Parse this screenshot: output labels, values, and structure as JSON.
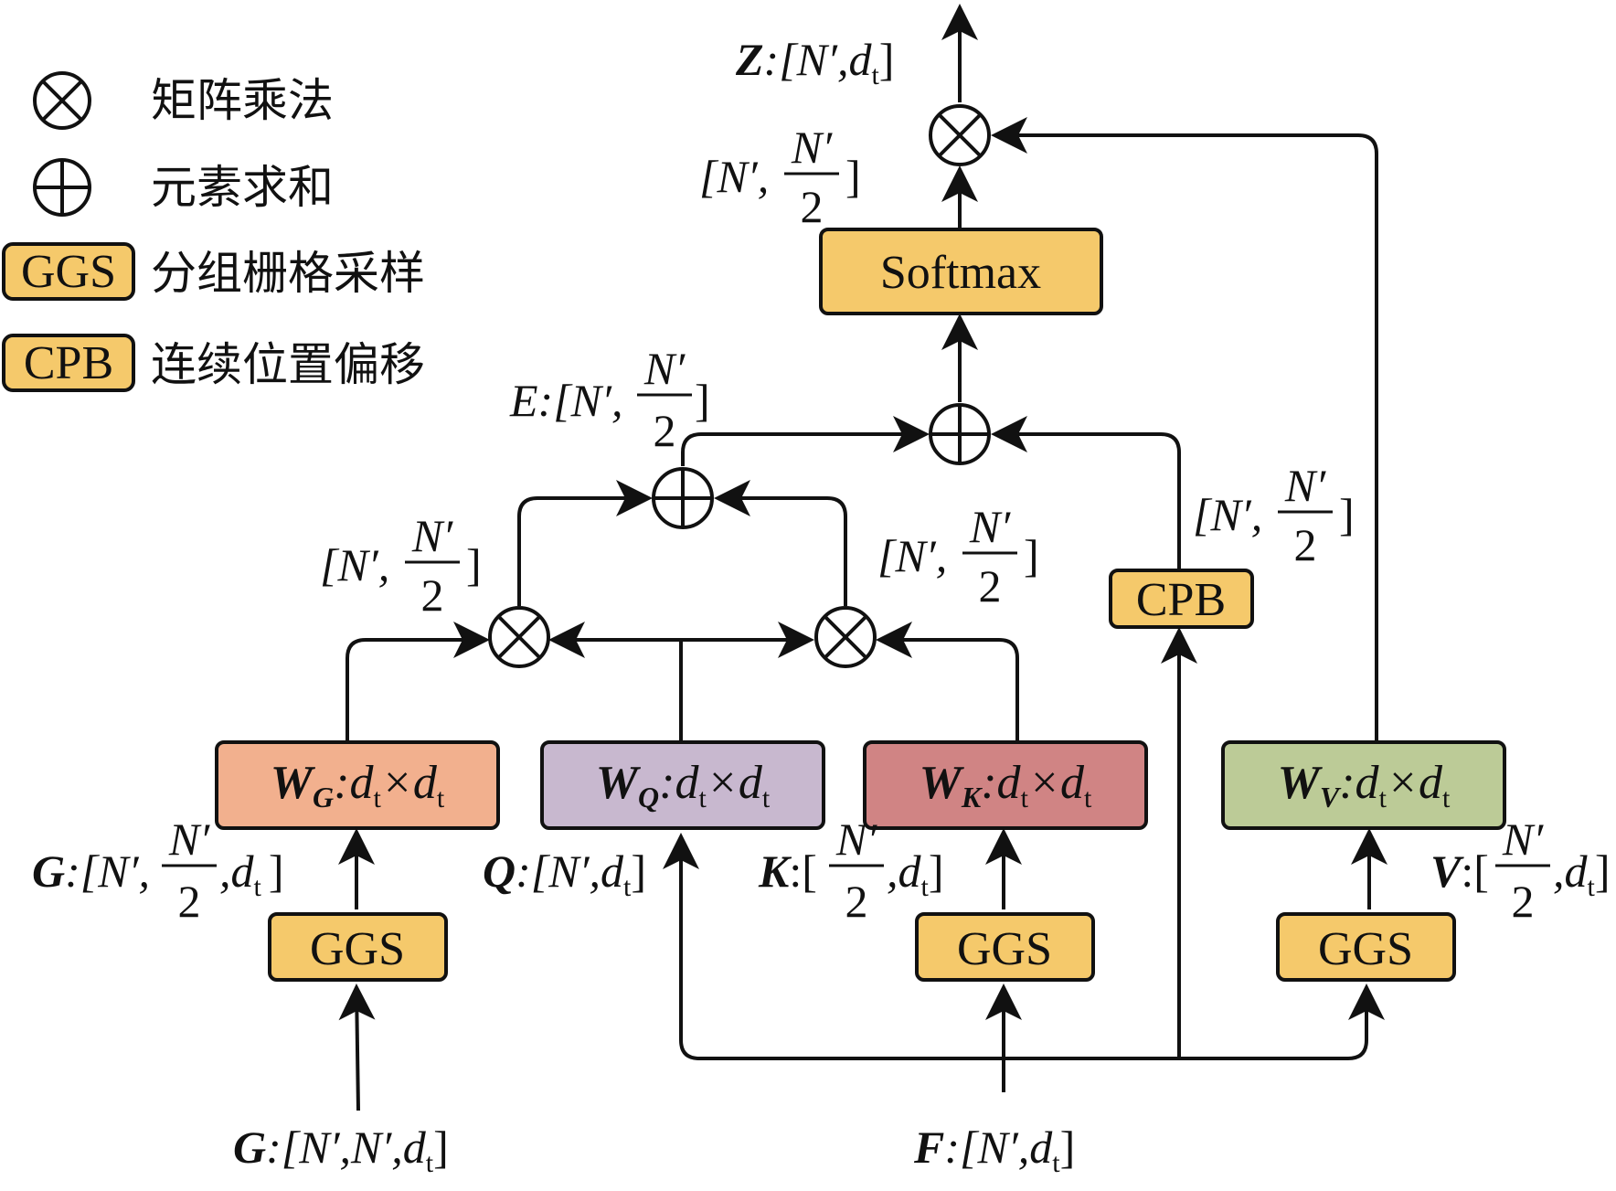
{
  "legend": {
    "matmul": "矩阵乘法",
    "add": "元素求和",
    "ggs_tag": "GGS",
    "ggs_desc": "分组栅格采样",
    "cpb_tag": "CPB",
    "cpb_desc": "连续位置偏移"
  },
  "blocks": {
    "softmax": "Softmax",
    "cpb": "CPB",
    "ggs": "GGS"
  },
  "weights": {
    "wg": {
      "main": "W",
      "sub": "G",
      "rest": ":d",
      "rest_sub": "t",
      "times": "×d",
      "times_sub": "t"
    },
    "wq": {
      "main": "W",
      "sub": "Q",
      "rest": ":d",
      "rest_sub": "t",
      "times": "×d",
      "times_sub": "t"
    },
    "wk": {
      "main": "W",
      "sub": "K",
      "rest": ":d",
      "rest_sub": "t",
      "times": "×d",
      "times_sub": "t"
    },
    "wv": {
      "main": "W",
      "sub": "V",
      "rest": ":d",
      "rest_sub": "t",
      "times": "×d",
      "times_sub": "t"
    }
  },
  "labels": {
    "z_out": {
      "var": "Z",
      "text": ":[N′,d",
      "sub": "t",
      "close": "]"
    },
    "half_top": {
      "pre": "[N′,",
      "num": "N′",
      "den": "2",
      "post": "]"
    },
    "e": {
      "var": "E",
      "pre": ":[N′,",
      "num": "N′",
      "den": "2",
      "post": "]"
    },
    "half_left": {
      "pre": "[N′,",
      "num": "N′",
      "den": "2",
      "post": "]"
    },
    "half_mid": {
      "pre": "[N′,",
      "num": "N′",
      "den": "2",
      "post": "]"
    },
    "half_cpb": {
      "pre": "[N′,",
      "num": "N′",
      "den": "2",
      "post": "]"
    },
    "g_mid": {
      "var": "G",
      "pre": ":[N′,",
      "num": "N′",
      "den": "2",
      "post": ",d",
      "sub": "t",
      "close": "]"
    },
    "q": {
      "var": "Q",
      "text": ":[N′,d",
      "sub": "t",
      "close": "]"
    },
    "k": {
      "var": "K",
      "pre": ":[",
      "num": "N′",
      "den": "2",
      "post": ",d",
      "sub": "t",
      "close": "]"
    },
    "v": {
      "var": "V",
      "pre": ":[",
      "num": "N′",
      "den": "2",
      "post": ",d",
      "sub": "t",
      "close": "]"
    },
    "g_in": {
      "var": "G",
      "text": ":[N′,N′,d",
      "sub": "t",
      "close": "]"
    },
    "f_in": {
      "var": "F",
      "text": ":[N′,d",
      "sub": "t",
      "close": "]"
    }
  },
  "colors": {
    "ggs": "#f5c96b",
    "wg": "#f2b08e",
    "wq": "#c8b8cf",
    "wk": "#d08484",
    "wv": "#bccb97",
    "stroke": "#111111"
  }
}
